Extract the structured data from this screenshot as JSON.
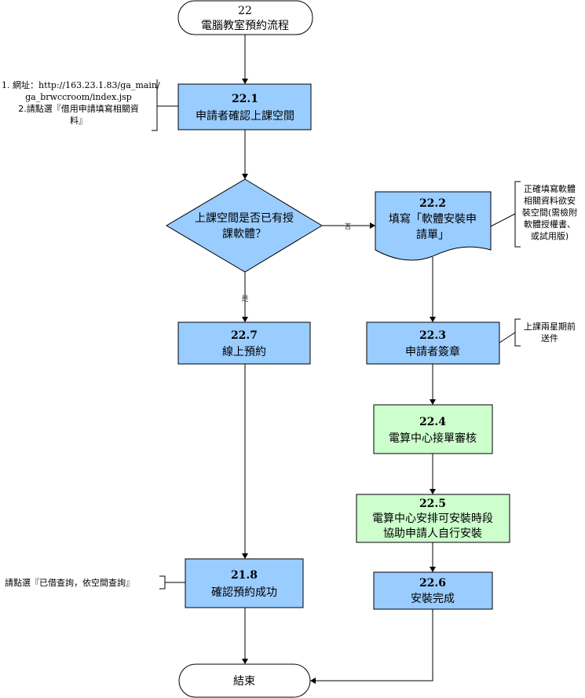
{
  "start": {
    "number": "22",
    "title": "電腦教室預約流程"
  },
  "end": {
    "title": "結束"
  },
  "nodes": {
    "n221": {
      "id": "22.1",
      "label": "申請者確認上課空間"
    },
    "decision": {
      "line1": "上課空間是否已有授",
      "line2": "課軟體？"
    },
    "n222": {
      "id": "22.2",
      "line1": "填寫「軟體安裝申",
      "line2": "請單」"
    },
    "n227": {
      "id": "22.7",
      "label": "線上預約"
    },
    "n223": {
      "id": "22.3",
      "label": "申請者簽章"
    },
    "n224": {
      "id": "22.4",
      "label": "電算中心接單審核"
    },
    "n225": {
      "id": "22.5",
      "line1": "電算中心安排可安裝時段",
      "line2": "協助申請人自行安裝"
    },
    "n218": {
      "id": "21.8",
      "label": "確認預約成功"
    },
    "n226": {
      "id": "22.6",
      "label": "安裝完成"
    }
  },
  "edge_labels": {
    "no": "否",
    "yes": "是"
  },
  "notes": {
    "note221": {
      "line1": "1. 網址：http://163.23.1.83/ga_main/",
      "line2": "ga_brwccroom/index.jsp",
      "line3": "2.請點選『借用申請填寫相關資",
      "line4": "料』"
    },
    "note222": {
      "line1": "正確填寫軟體",
      "line2": "相關資料欲安",
      "line3": "裝空間(需檢附",
      "line4": "軟體授權書、",
      "line5": "或試用版)"
    },
    "note223": {
      "line1": "上課兩星期前",
      "line2": "送件"
    },
    "note218": {
      "line1": "請點選『已借查詢，依空間查詢』"
    }
  },
  "colors": {
    "process": "#99ccff",
    "install": "#ccffcc",
    "terminal": "#ffffff",
    "line": "#000000"
  }
}
